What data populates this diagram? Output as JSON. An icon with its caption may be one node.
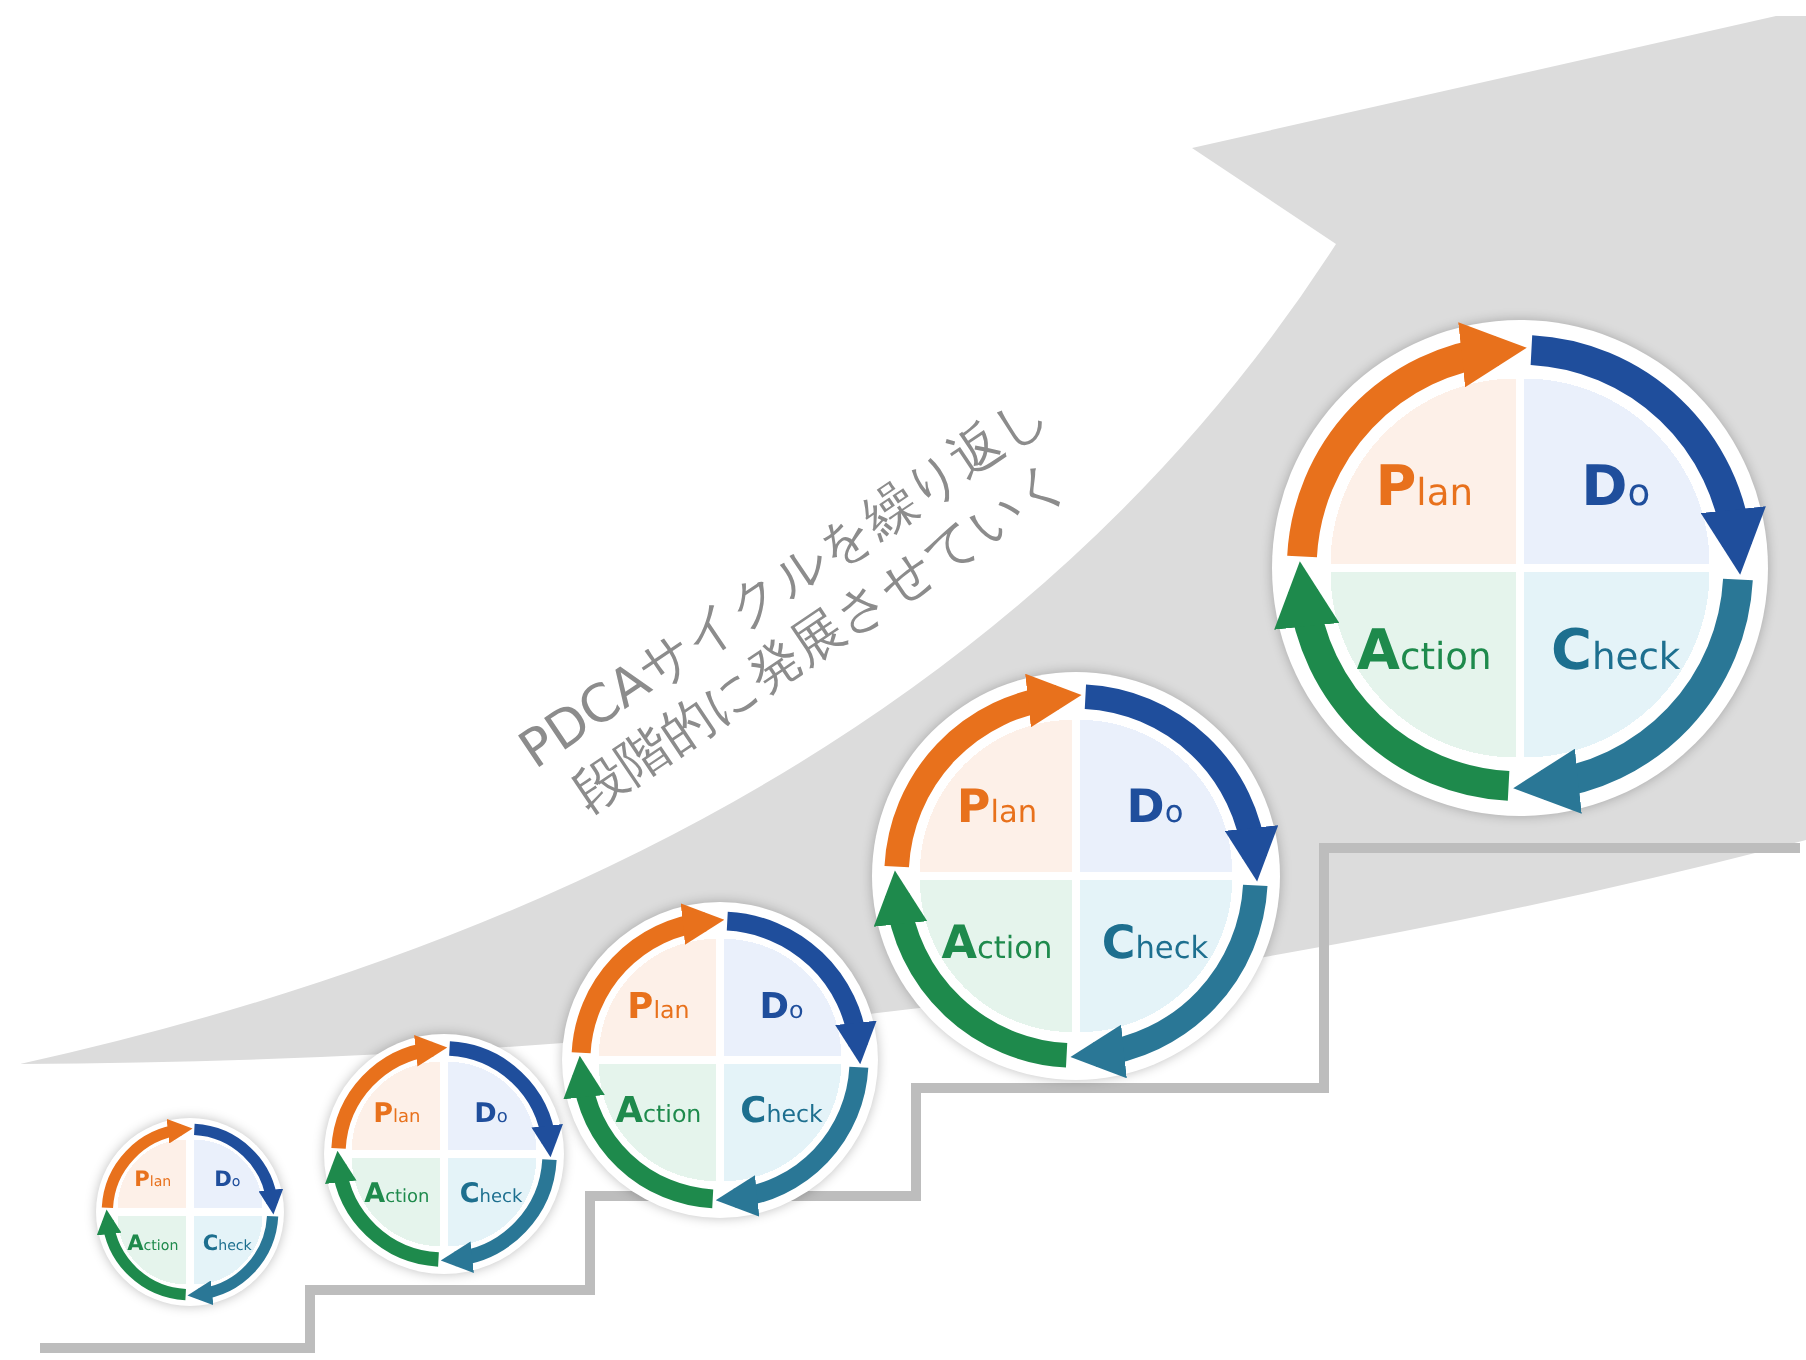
{
  "diagram": {
    "nodes": [
      {
        "text": [],
        "shape": "circle"
      },
      {
        "text": [
          "Plan"
        ],
        "in": 0
      },
      {
        "text": [
          "Do"
        ],
        "in": 0
      },
      {
        "text": [
          "Action"
        ],
        "in": 0
      },
      {
        "text": [
          "Check"
        ],
        "in": 0
      },
      {
        "text": [],
        "shape": "circle"
      },
      {
        "text": [
          "Plan"
        ],
        "in": 5
      },
      {
        "text": [
          "Do"
        ],
        "in": 5
      },
      {
        "text": [
          "Action"
        ],
        "in": 5
      },
      {
        "text": [
          "Check"
        ],
        "in": 5
      },
      {
        "text": [],
        "shape": "circle"
      },
      {
        "text": [
          "Plan"
        ],
        "in": 10
      },
      {
        "text": [
          "Do"
        ],
        "in": 10
      },
      {
        "text": [
          "Action"
        ],
        "in": 10
      },
      {
        "text": [
          "Check"
        ],
        "in": 10
      },
      {
        "text": [],
        "shape": "circle"
      },
      {
        "text": [
          "Plan"
        ],
        "in": 15
      },
      {
        "text": [
          "Do"
        ],
        "in": 15
      },
      {
        "text": [
          "Action"
        ],
        "in": 15
      },
      {
        "text": [
          "Check"
        ],
        "in": 15
      },
      {
        "text": [],
        "shape": "circle"
      },
      {
        "text": [
          "Plan"
        ],
        "in": 20
      },
      {
        "text": [
          "Do"
        ],
        "in": 20
      },
      {
        "text": [
          "Action"
        ],
        "in": 20
      },
      {
        "text": [
          "Check"
        ],
        "in": 20
      }
    ],
    "edges": [
      {
        "from": 1,
        "to": 2,
        "arrow": "to",
        "color": "#e8711c"
      },
      {
        "from": 2,
        "to": 4,
        "arrow": "to",
        "color": "#1f4e9c"
      },
      {
        "from": 4,
        "to": 3,
        "arrow": "to",
        "color": "#2a7796"
      },
      {
        "from": 3,
        "to": 1,
        "arrow": "to",
        "color": "#1e8a4c"
      },
      {
        "from": 6,
        "to": 7,
        "arrow": "to",
        "color": "#e8711c"
      },
      {
        "from": 7,
        "to": 9,
        "arrow": "to",
        "color": "#1f4e9c"
      },
      {
        "from": 9,
        "to": 8,
        "arrow": "to",
        "color": "#2a7796"
      },
      {
        "from": 8,
        "to": 6,
        "arrow": "to",
        "color": "#1e8a4c"
      },
      {
        "from": 11,
        "to": 12,
        "arrow": "to",
        "color": "#e8711c"
      },
      {
        "from": 12,
        "to": 14,
        "arrow": "to",
        "color": "#1f4e9c"
      },
      {
        "from": 14,
        "to": 13,
        "arrow": "to",
        "color": "#2a7796"
      },
      {
        "from": 13,
        "to": 11,
        "arrow": "to",
        "color": "#1e8a4c"
      },
      {
        "from": 16,
        "to": 17,
        "arrow": "to",
        "color": "#e8711c"
      },
      {
        "from": 17,
        "to": 19,
        "arrow": "to",
        "color": "#1f4e9c"
      },
      {
        "from": 19,
        "to": 18,
        "arrow": "to",
        "color": "#2a7796"
      },
      {
        "from": 18,
        "to": 16,
        "arrow": "to",
        "color": "#1e8a4c"
      },
      {
        "from": 21,
        "to": 22,
        "arrow": "to",
        "color": "#e8711c"
      },
      {
        "from": 22,
        "to": 24,
        "arrow": "to",
        "color": "#1f4e9c"
      },
      {
        "from": 24,
        "to": 23,
        "arrow": "to",
        "color": "#2a7796"
      },
      {
        "from": 23,
        "to": 21,
        "arrow": "to",
        "color": "#1e8a4c"
      }
    ],
    "labels": [
      "PDCAサイクルを繰り返し段階的に発展させていく"
    ]
  }
}
